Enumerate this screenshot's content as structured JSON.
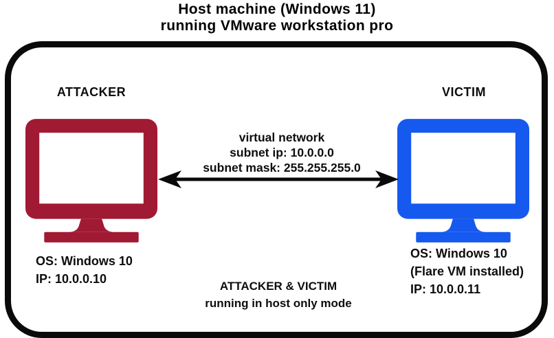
{
  "title": {
    "line1": "Host machine (Windows 11)",
    "line2": "running VMware workstation pro"
  },
  "attacker": {
    "label": "ATTACKER",
    "monitor_color": "#a11a33",
    "os": "OS: Windows 10",
    "ip": "IP: 10.0.0.10"
  },
  "victim": {
    "label": "VICTIM",
    "monitor_color": "#1659ef",
    "os": "OS: Windows 10",
    "note": "(Flare VM installed)",
    "ip": "IP: 10.0.0.11"
  },
  "network": {
    "title": "virtual network",
    "subnet_ip": "subnet ip: 10.0.0.0",
    "subnet_mask": "subnet mask: 255.255.255.0",
    "arrow_color": "#0a0a0a"
  },
  "mode_note": {
    "line1": "ATTACKER & VICTIM",
    "line2": "running in host only mode"
  },
  "host_box": {
    "border_color": "#0a0a0a"
  }
}
